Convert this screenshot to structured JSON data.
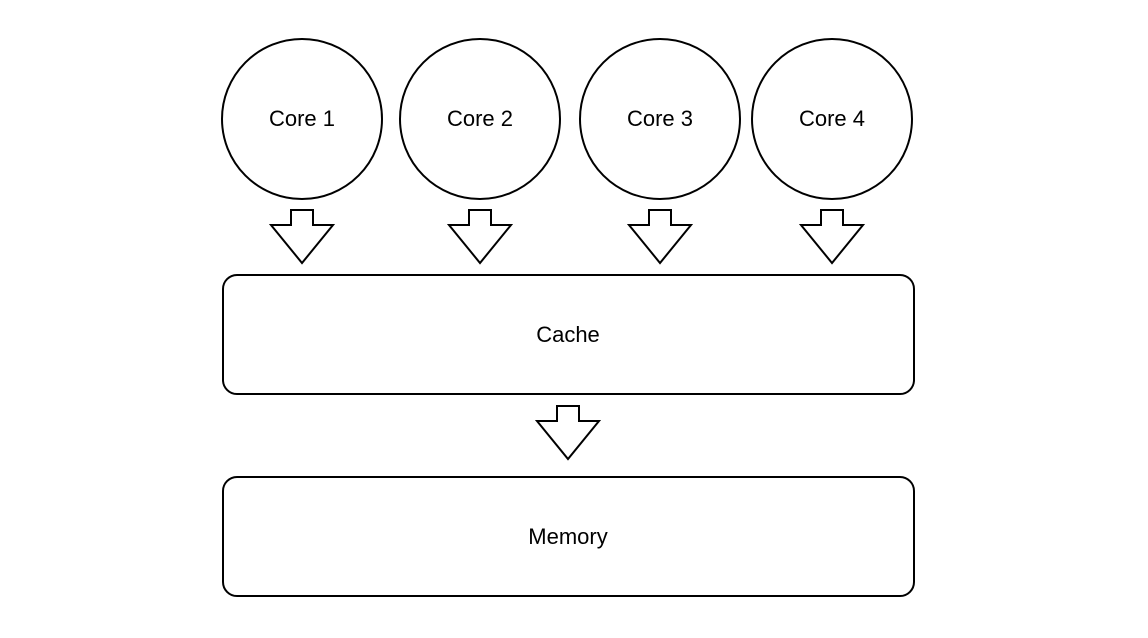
{
  "diagram": {
    "cores": [
      {
        "label": "Core 1"
      },
      {
        "label": "Core 2"
      },
      {
        "label": "Core 3"
      },
      {
        "label": "Core 4"
      }
    ],
    "cache": {
      "label": "Cache"
    },
    "memory": {
      "label": "Memory"
    },
    "colors": {
      "stroke": "#000000",
      "fill": "#ffffff",
      "background": "#ffffff"
    }
  }
}
